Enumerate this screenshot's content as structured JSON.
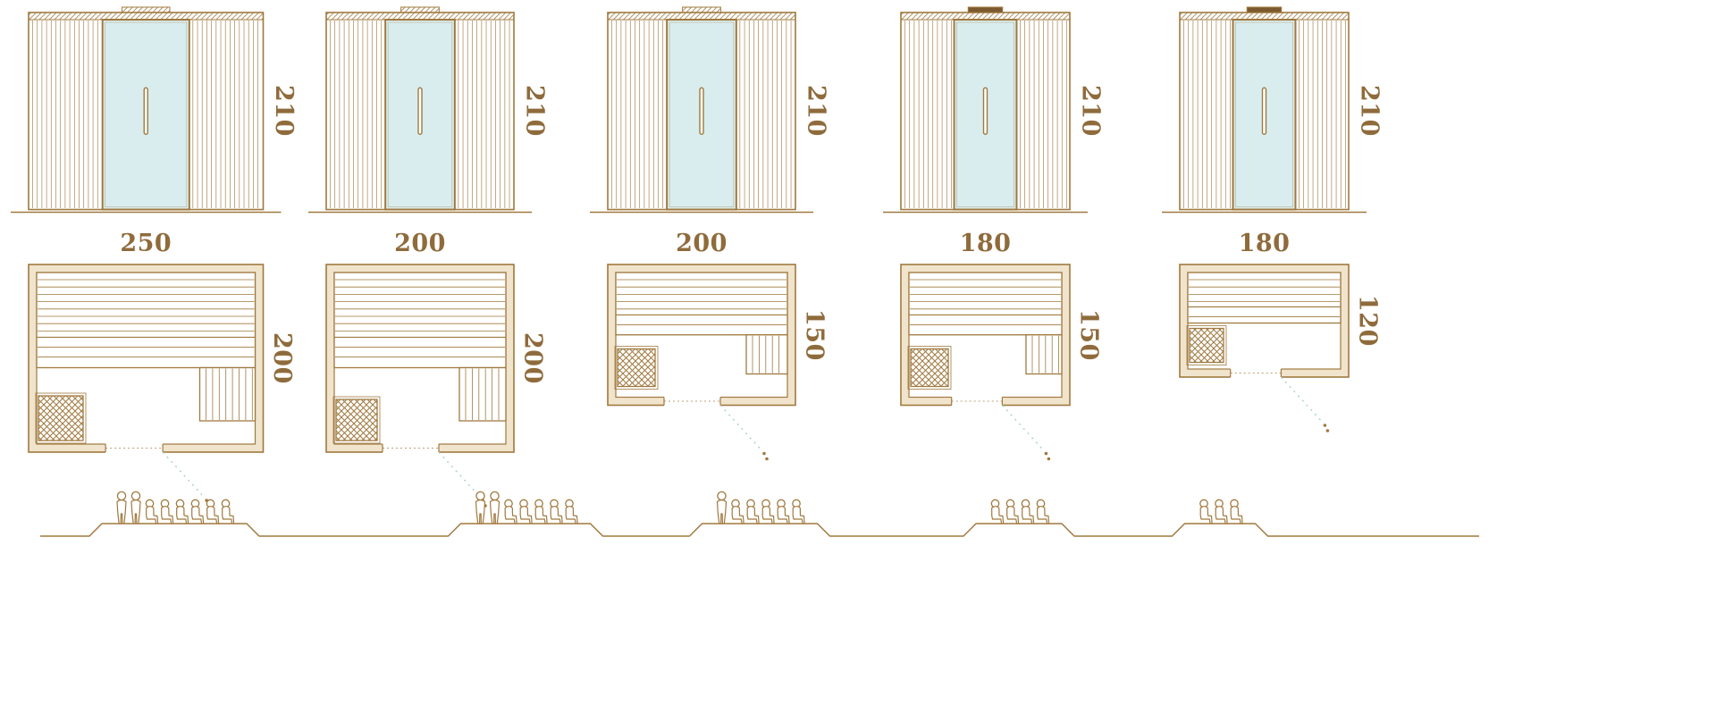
{
  "diagram": {
    "subject": "sauna-cabin-size-range",
    "views": [
      "front-elevation",
      "floor-plan",
      "capacity-figures"
    ]
  },
  "colors": {
    "wood_outline": "#a0793f",
    "wood_dark": "#7c5a2e",
    "glass": "#d9edee",
    "wall_fill": "#f0e4cc",
    "label_text": "#8f6b3c",
    "swing_line": "#a9cfcf",
    "background": "#ffffff"
  },
  "units": [
    {
      "name": "sauna-250x200",
      "elevation": {
        "height_label": "210",
        "door_type": "glass",
        "top_vent_style": "hatched"
      },
      "plan": {
        "width_label": "250",
        "depth_label": "200",
        "benches": [
          "top",
          "right"
        ],
        "heater_position": "bottom-left",
        "door_wall": "bottom"
      },
      "capacity_persons": 8
    },
    {
      "name": "sauna-200x200",
      "elevation": {
        "height_label": "210",
        "door_type": "glass",
        "top_vent_style": "hatched"
      },
      "plan": {
        "width_label": "200",
        "depth_label": "200",
        "benches": [
          "top",
          "right"
        ],
        "heater_position": "bottom-left",
        "door_wall": "bottom"
      },
      "capacity_persons": 7
    },
    {
      "name": "sauna-200x150",
      "elevation": {
        "height_label": "210",
        "door_type": "glass",
        "top_vent_style": "hatched"
      },
      "plan": {
        "width_label": "200",
        "depth_label": "150",
        "benches": [
          "top",
          "right"
        ],
        "heater_position": "left-lower",
        "door_wall": "bottom"
      },
      "capacity_persons": 6
    },
    {
      "name": "sauna-180x150",
      "elevation": {
        "height_label": "210",
        "door_type": "glass",
        "top_vent_style": "solid"
      },
      "plan": {
        "width_label": "180",
        "depth_label": "150",
        "benches": [
          "top",
          "right-small"
        ],
        "heater_position": "left-lower",
        "door_wall": "bottom"
      },
      "capacity_persons": 4
    },
    {
      "name": "sauna-180x120",
      "elevation": {
        "height_label": "210",
        "door_type": "glass",
        "top_vent_style": "solid"
      },
      "plan": {
        "width_label": "180",
        "depth_label": "120",
        "benches": [
          "top"
        ],
        "heater_position": "left-middle",
        "door_wall": "bottom"
      },
      "capacity_persons": 3
    }
  ],
  "baseline": {
    "style": "ground-line-with-platforms"
  }
}
